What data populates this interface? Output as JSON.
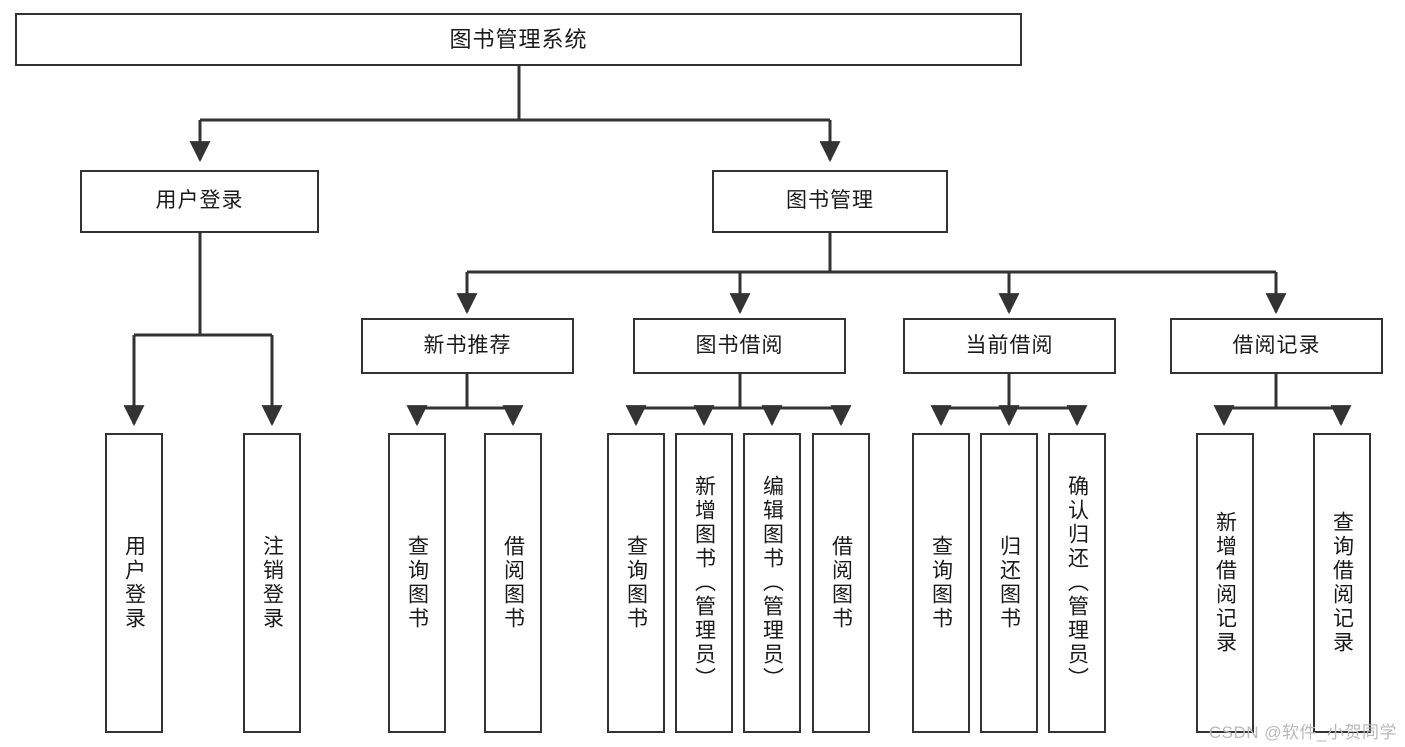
{
  "diagram": {
    "title": "图书管理系统",
    "type": "tree",
    "watermark": "CSDN @软件_小贺同学",
    "colors": {
      "background": "#ffffff",
      "stroke": "#333333",
      "box_fill": "#ffffff",
      "text": "#1a1a1a",
      "watermark": "#b9b9b9"
    },
    "levels": {
      "root": {
        "label": "图书管理系统"
      },
      "level2": [
        {
          "label": "用户登录"
        },
        {
          "label": "图书管理"
        }
      ],
      "level3": [
        {
          "label": "新书推荐"
        },
        {
          "label": "图书借阅"
        },
        {
          "label": "当前借阅"
        },
        {
          "label": "借阅记录"
        }
      ],
      "leaves": {
        "user_login": [
          {
            "label": "用户登录"
          },
          {
            "label": "注销登录"
          }
        ],
        "new_book_recommend": [
          {
            "label": "查询图书"
          },
          {
            "label": "借阅图书"
          }
        ],
        "book_borrow": [
          {
            "label": "查询图书"
          },
          {
            "label": "新增图书（管理员）"
          },
          {
            "label": "编辑图书（管理员）"
          },
          {
            "label": "借阅图书"
          }
        ],
        "current_borrow": [
          {
            "label": "查询图书"
          },
          {
            "label": "归还图书"
          },
          {
            "label": "确认归还（管理员）"
          }
        ],
        "borrow_record": [
          {
            "label": "新增借阅记录"
          },
          {
            "label": "查询借阅记录"
          }
        ]
      }
    }
  }
}
